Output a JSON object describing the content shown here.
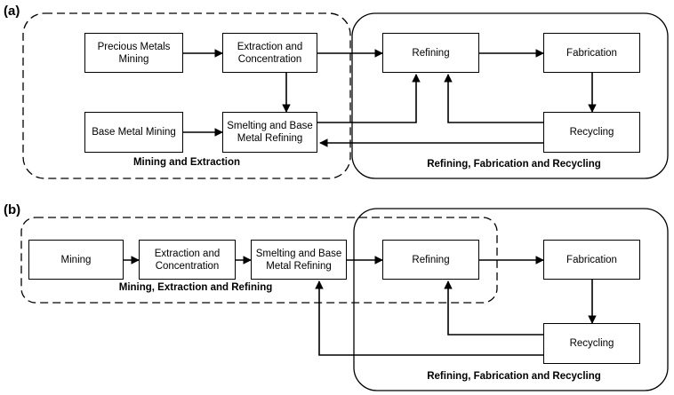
{
  "panel_a": {
    "label": "(a)",
    "group_left": "Mining and Extraction",
    "group_right": "Refining, Fabrication and Recycling",
    "nodes": {
      "precious": "Precious Metals Mining",
      "extraction": "Extraction and Concentration",
      "refining": "Refining",
      "fabrication": "Fabrication",
      "base": "Base Metal Mining",
      "smelting": "Smelting and Base Metal Refining",
      "recycling": "Recycling"
    }
  },
  "panel_b": {
    "label": "(b)",
    "group_left": "Mining, Extraction and Refining",
    "group_right": "Refining, Fabrication and Recycling",
    "nodes": {
      "mining": "Mining",
      "extraction": "Extraction and Concentration",
      "smelting": "Smelting and Base Metal Refining",
      "refining": "Refining",
      "fabrication": "Fabrication",
      "recycling": "Recycling"
    }
  }
}
